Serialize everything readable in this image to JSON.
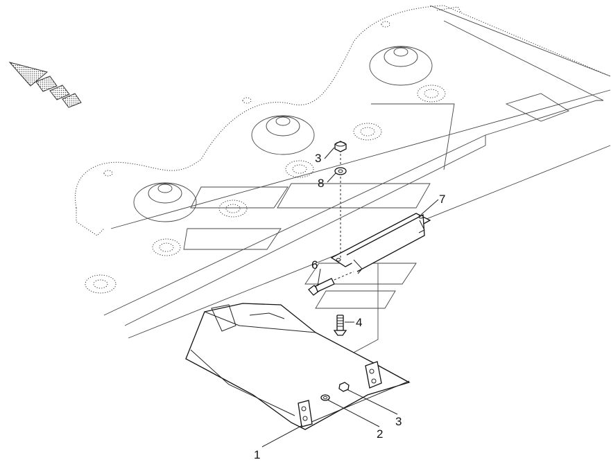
{
  "diagram": {
    "callouts": [
      {
        "id": "c3a",
        "label": "3"
      },
      {
        "id": "c8",
        "label": "8"
      },
      {
        "id": "c7",
        "label": "7"
      },
      {
        "id": "c6",
        "label": "6"
      },
      {
        "id": "c4",
        "label": "4"
      },
      {
        "id": "c3b",
        "label": "3"
      },
      {
        "id": "c2",
        "label": "2"
      },
      {
        "id": "c1",
        "label": "1"
      }
    ],
    "icons": [
      "direction-arrow-icon"
    ],
    "colors": {
      "line": "#222222",
      "background": "#ffffff"
    }
  }
}
